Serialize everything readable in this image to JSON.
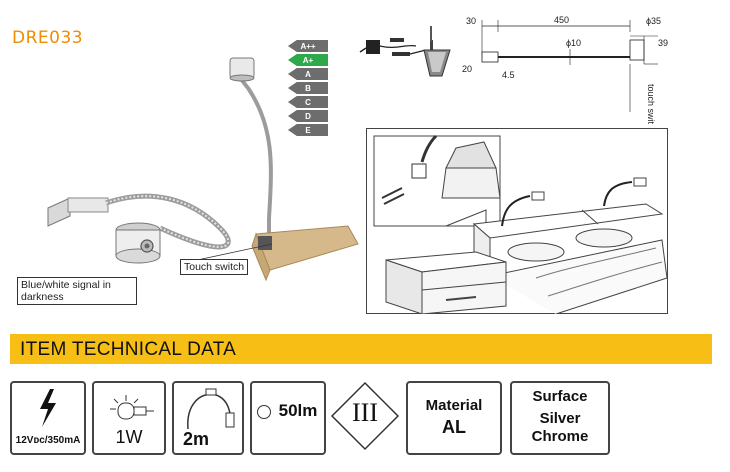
{
  "product": {
    "code": "DRE033"
  },
  "energy_label": {
    "classes": [
      "A++",
      "A+",
      "A",
      "B",
      "C",
      "D",
      "E"
    ],
    "highlighted": "A+",
    "colors": {
      "active": "#2ea84a",
      "inactive": "#6d6d6d"
    }
  },
  "callouts": {
    "touch_switch": "Touch switch",
    "signal": "Blue/white signal in darkness"
  },
  "drawing": {
    "dim_30": "30",
    "dim_450": "450",
    "dim_phi35": "ϕ35",
    "dim_phi10": "ϕ10",
    "dim_39": "39",
    "dim_20": "20",
    "dim_4_5": "4.5",
    "touch_switch": "touch switch"
  },
  "section": {
    "title": "ITEM TECHNICAL DATA",
    "accent_color": "#f7bf16"
  },
  "specs": {
    "power_supply": "12Vᴅᴄ/350mA",
    "wattage": "1W",
    "cable_length": "2m",
    "lumen": "50lm",
    "protection_class": "III",
    "material_label": "Material",
    "material_value": "AL",
    "surface_label": "Surface",
    "surface_value_1": "Silver",
    "surface_value_2": "Chrome"
  }
}
